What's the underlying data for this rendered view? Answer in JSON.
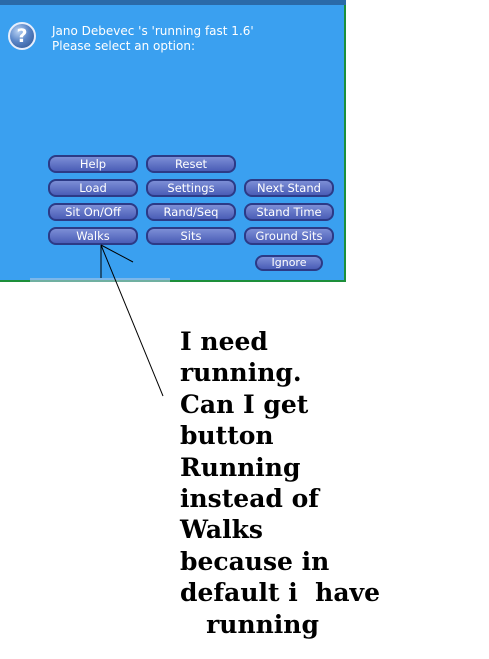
{
  "dialog": {
    "message_line1": "Jano Debevec 's 'running fast 1.6'",
    "message_line2": "Please select an option:",
    "help_icon": "question-mark-icon",
    "buttons": {
      "help": "Help",
      "reset": "Reset",
      "load": "Load",
      "settings": "Settings",
      "next_stand": "Next Stand",
      "sit_on_off": "Sit On/Off",
      "rand_seq": "Rand/Seq",
      "stand_time": "Stand Time",
      "walks": "Walks",
      "sits": "Sits",
      "ground_sits": "Ground Sits",
      "ignore": "Ignore"
    }
  },
  "annotation": {
    "lines": [
      "I need",
      "running.",
      "Can I get",
      "button",
      "Running",
      "instead of",
      "Walks",
      "because in",
      "default i  have",
      "   running"
    ]
  }
}
